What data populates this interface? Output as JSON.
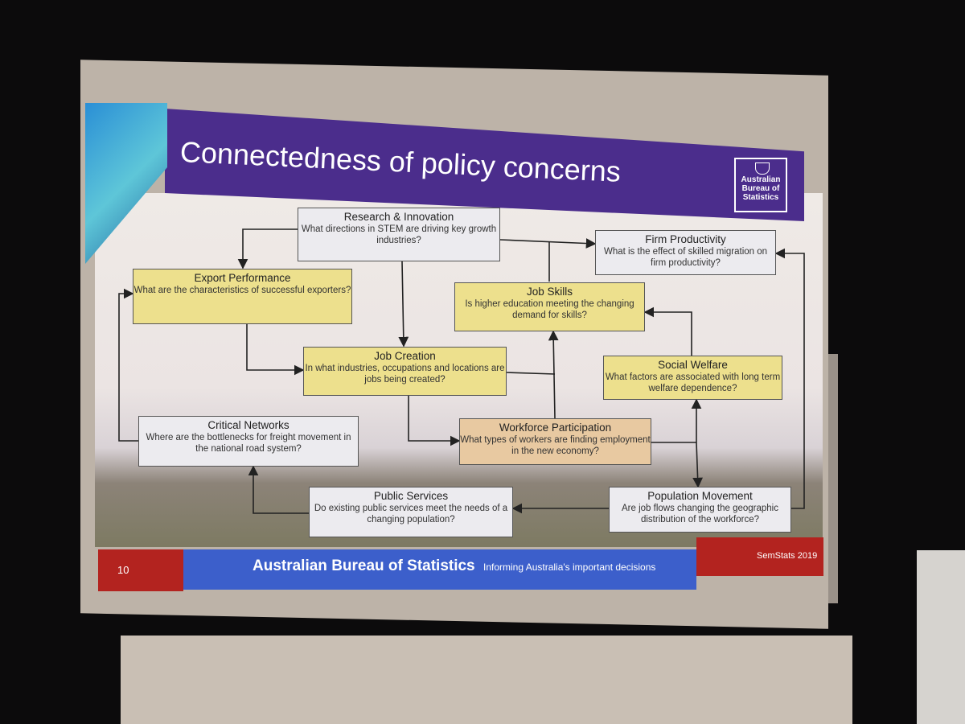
{
  "slide": {
    "title": "Connectedness of policy concerns",
    "logo_text": "Australian Bureau of Statistics",
    "page_number": "10",
    "footer_org": "Australian Bureau of Statistics",
    "footer_tagline": "Informing Australia's important decisions",
    "footer_event": "SemStats 2019"
  },
  "nodes": {
    "research": {
      "title": "Research & Innovation",
      "question": "What directions in STEM are driving key growth industries?"
    },
    "firm": {
      "title": "Firm Productivity",
      "question": "What is the effect of skilled migration on firm productivity?"
    },
    "export": {
      "title": "Export Performance",
      "question": "What are the characteristics of successful exporters?"
    },
    "jobskills": {
      "title": "Job Skills",
      "question": "Is higher education meeting the changing demand for skills?"
    },
    "jobcreation": {
      "title": "Job Creation",
      "question": "In what industries, occupations and locations are jobs being created?"
    },
    "welfare": {
      "title": "Social Welfare",
      "question": "What factors are associated with long term welfare dependence?"
    },
    "networks": {
      "title": "Critical Networks",
      "question": "Where are the bottlenecks for freight movement in the national road system?"
    },
    "workforce": {
      "title": "Workforce Participation",
      "question": "What types of workers are finding employment in the new economy?"
    },
    "publicservices": {
      "title": "Public Services",
      "question": "Do existing public services meet the needs of a changing population?"
    },
    "population": {
      "title": "Population Movement",
      "question": "Are job flows changing the geographic distribution of the workforce?"
    }
  },
  "colors": {
    "header": "#4b2d8c",
    "footer_blue": "#3c5fcb",
    "footer_red": "#b3231f",
    "box_yellow": "#ede08d",
    "box_orange": "#e8c9a1",
    "box_white": "#ecebef"
  }
}
